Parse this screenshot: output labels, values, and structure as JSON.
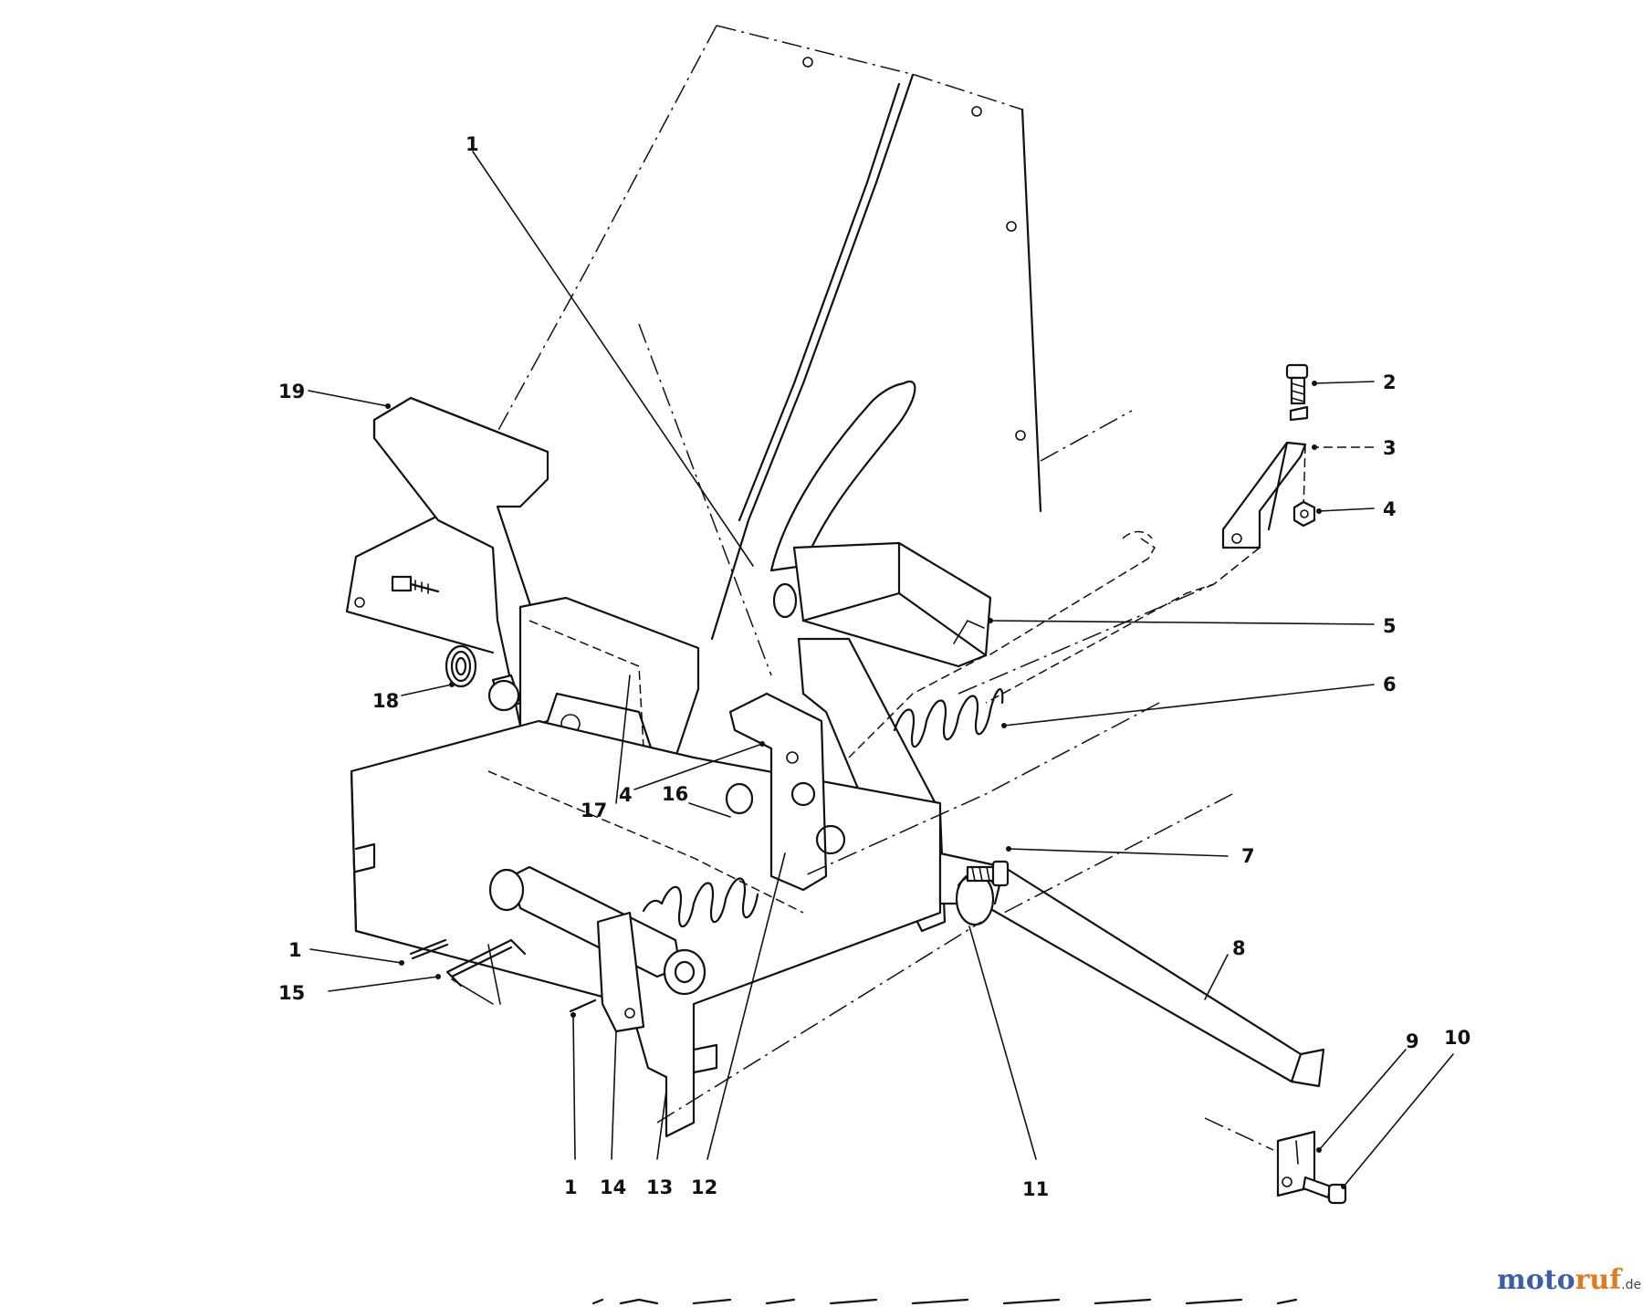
{
  "diagram": {
    "callouts": [
      {
        "id": "c1a",
        "label": "1"
      },
      {
        "id": "c19",
        "label": "19"
      },
      {
        "id": "c18",
        "label": "18"
      },
      {
        "id": "c17",
        "label": "17"
      },
      {
        "id": "c4a",
        "label": "4"
      },
      {
        "id": "c16",
        "label": "16"
      },
      {
        "id": "c1b",
        "label": "1"
      },
      {
        "id": "c15",
        "label": "15"
      },
      {
        "id": "c1c",
        "label": "1"
      },
      {
        "id": "c14",
        "label": "14"
      },
      {
        "id": "c13",
        "label": "13"
      },
      {
        "id": "c12",
        "label": "12"
      },
      {
        "id": "c11",
        "label": "11"
      },
      {
        "id": "c2",
        "label": "2"
      },
      {
        "id": "c3",
        "label": "3"
      },
      {
        "id": "c4b",
        "label": "4"
      },
      {
        "id": "c5",
        "label": "5"
      },
      {
        "id": "c6",
        "label": "6"
      },
      {
        "id": "c7",
        "label": "7"
      },
      {
        "id": "c8",
        "label": "8"
      },
      {
        "id": "c9",
        "label": "9"
      },
      {
        "id": "c10",
        "label": "10"
      }
    ]
  },
  "watermark": {
    "part1": "moto",
    "part2": "ruf",
    "suffix": ".de"
  }
}
